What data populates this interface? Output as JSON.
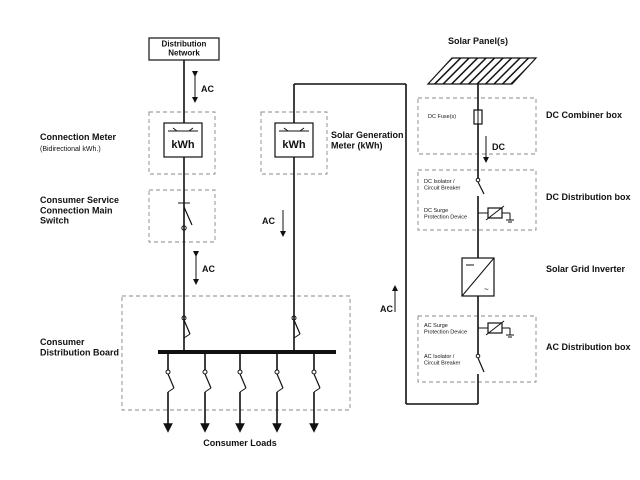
{
  "title": "",
  "nodes": {
    "distribution_network": "Distribution\nNetwork",
    "connection_meter": "Connection Meter",
    "connection_meter_note": "(Bidirectional kWh.)",
    "main_switch": "Consumer Service\nConnection Main\nSwitch",
    "distribution_board": "Consumer\nDistribution Board",
    "consumer_loads": "Consumer Loads",
    "solar_meter": "Solar Generation\nMeter (kWh)",
    "solar_panels": "Solar Panel(s)",
    "dc_combiner": "DC Combiner box",
    "dc_distribution": "DC Distribution box",
    "inverter": "Solar Grid Inverter",
    "ac_distribution": "AC Distribution box"
  },
  "meter_unit": "kWh",
  "flow_labels": {
    "ac": "AC",
    "dc": "DC"
  },
  "components": {
    "dc_fuses": "DC Fuse(s)",
    "dc_isolator": "DC Isolator /\nCircuit Breaker",
    "dc_spd": "DC Surge\nProtection Device",
    "ac_spd": "AC Surge\nProtection Device",
    "ac_isolator": "AC Isolator /\nCircuit Breaker"
  },
  "colors": {
    "line": "#111111",
    "dashed_box": "#888888",
    "background": "#ffffff"
  }
}
